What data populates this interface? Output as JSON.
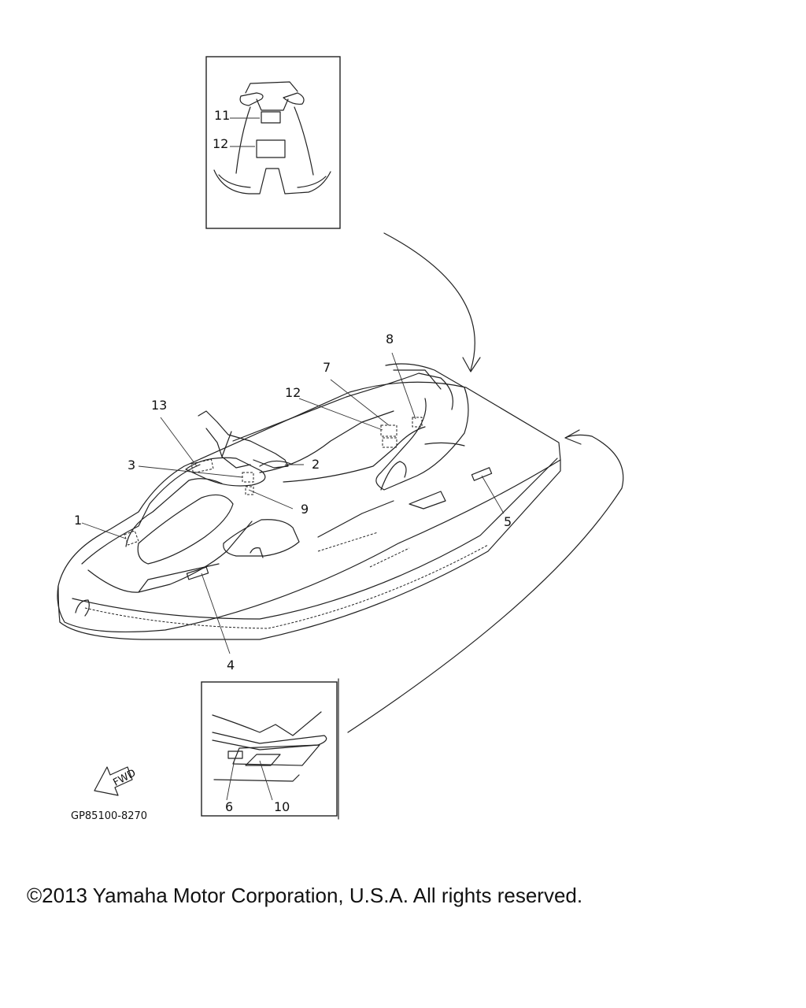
{
  "diagram": {
    "part_code": "GP85100-8270",
    "fwd_label": "FWD",
    "callouts": [
      "1",
      "2",
      "3",
      "4",
      "5",
      "6",
      "7",
      "8",
      "9",
      "10",
      "11",
      "12",
      "12",
      "13"
    ]
  },
  "footer": {
    "copyright": "©2013 Yamaha Motor Corporation, U.S.A. All rights reserved."
  }
}
